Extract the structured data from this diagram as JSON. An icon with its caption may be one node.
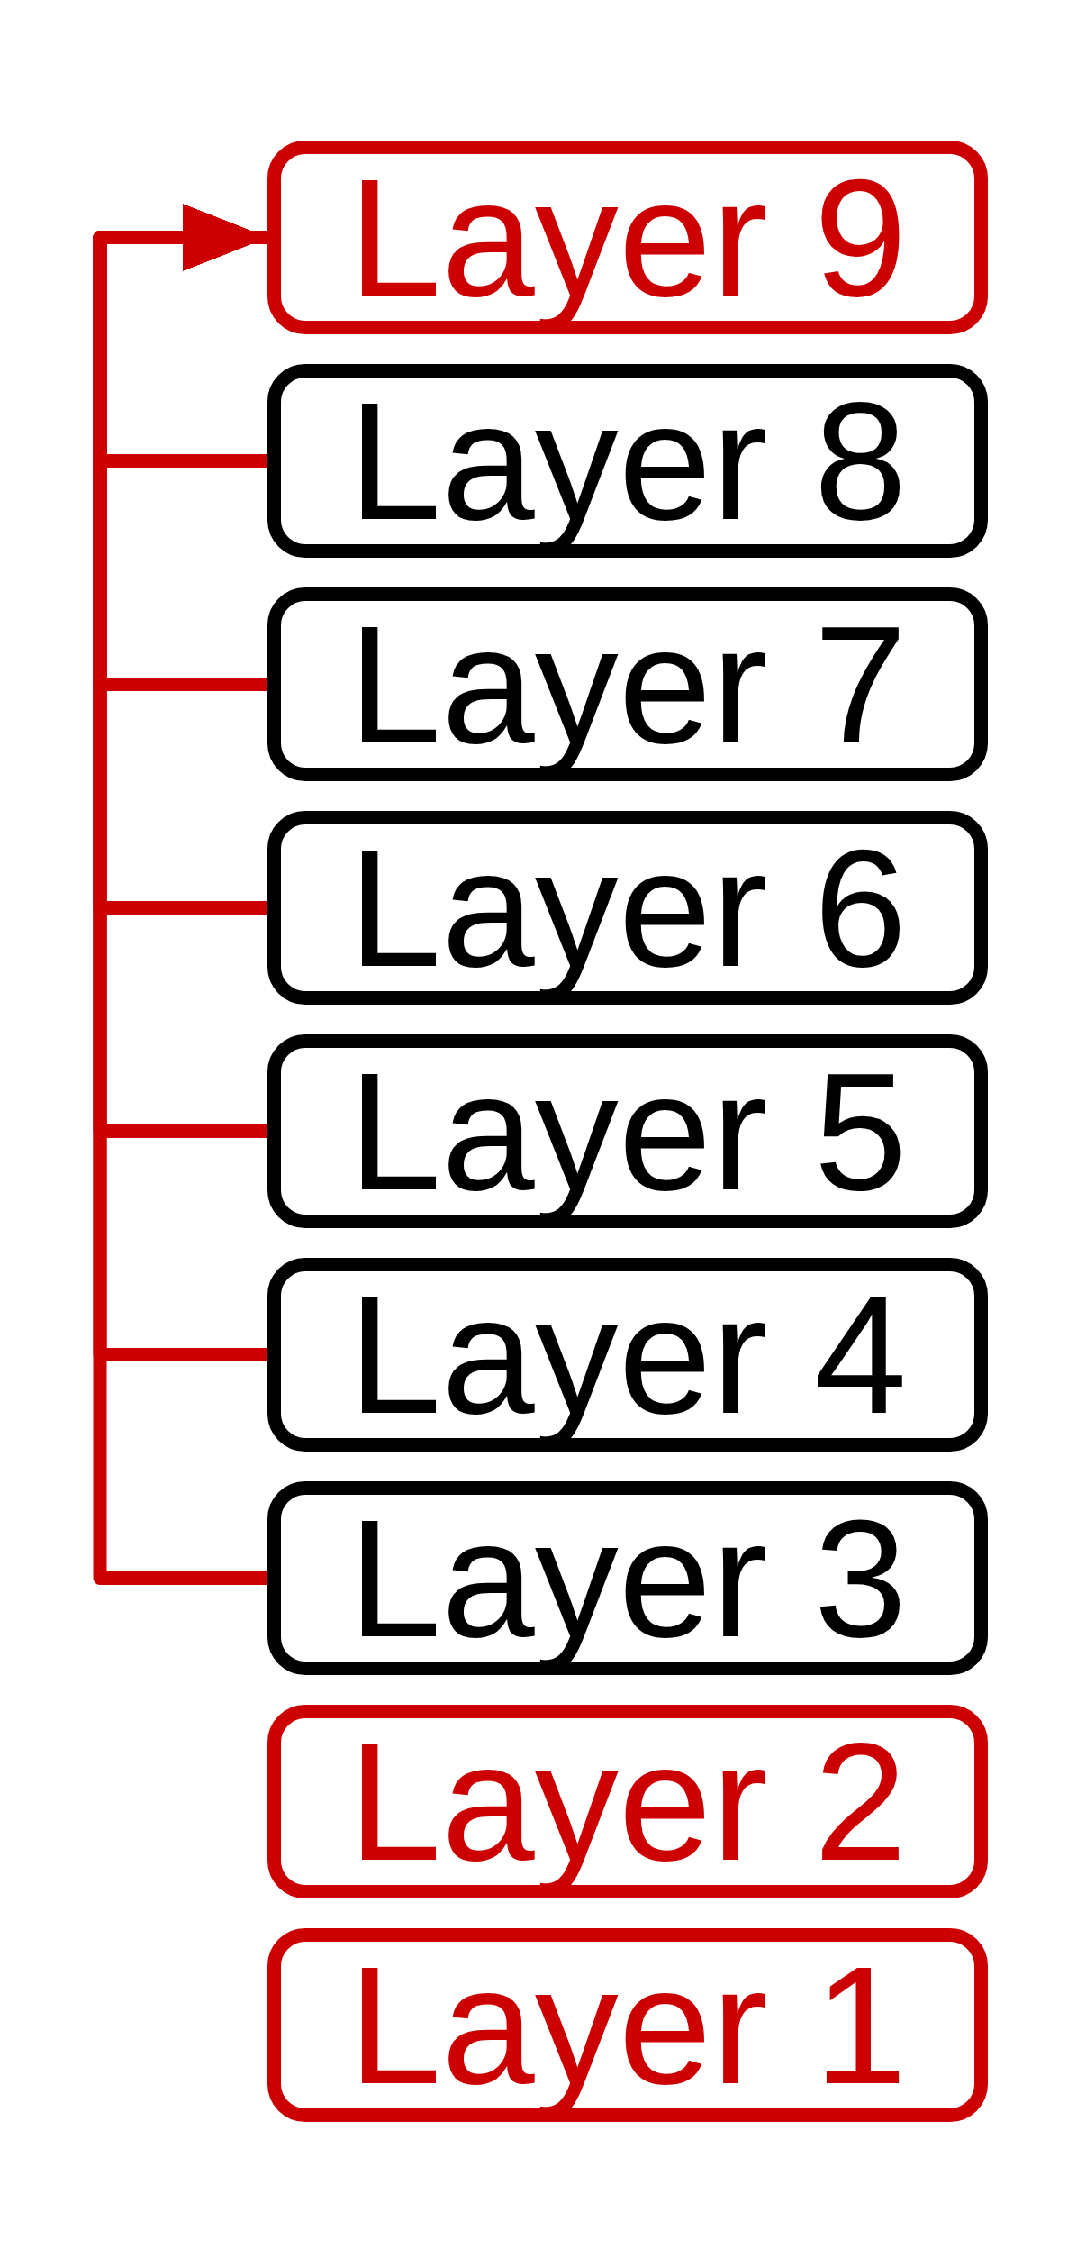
{
  "diagram": {
    "nodes": [
      {
        "text": [
          "Layer 9"
        ]
      },
      {
        "text": [
          "Layer 8"
        ]
      },
      {
        "text": [
          "Layer 7"
        ]
      },
      {
        "text": [
          "Layer 6"
        ]
      },
      {
        "text": [
          "Layer 5"
        ]
      },
      {
        "text": [
          "Layer 4"
        ]
      },
      {
        "text": [
          "Layer 3"
        ]
      },
      {
        "text": [
          "Layer 2"
        ]
      },
      {
        "text": [
          "Layer 1"
        ]
      }
    ],
    "edges": [
      {
        "from": 1,
        "to": 0,
        "arrow": "to"
      },
      {
        "from": 2,
        "to": 0,
        "arrow": "to"
      },
      {
        "from": 3,
        "to": 0,
        "arrow": "to"
      },
      {
        "from": 4,
        "to": 0,
        "arrow": "to"
      },
      {
        "from": 5,
        "to": 0,
        "arrow": "to"
      },
      {
        "from": 6,
        "to": 0,
        "arrow": "to"
      }
    ]
  }
}
